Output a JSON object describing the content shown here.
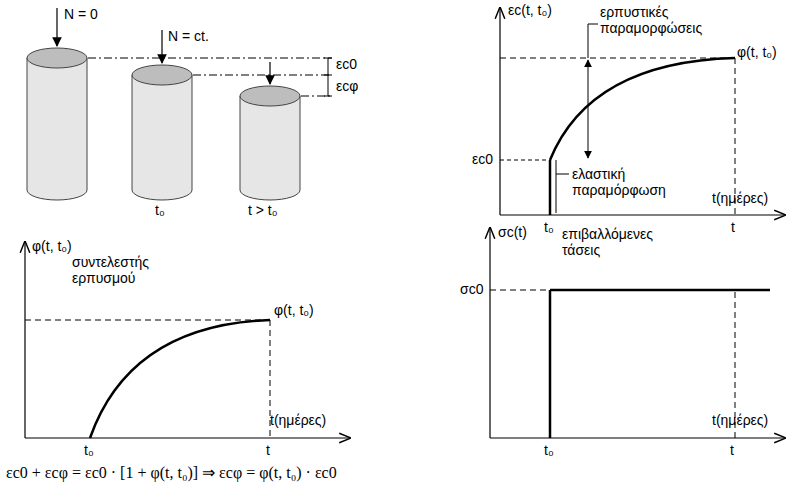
{
  "diagram": {
    "labels": [
      "N = 0",
      "N = ct.",
      "εc0",
      "εcφ",
      "t₀",
      "t > t₀",
      "εc(t, t₀)",
      "ερπυστικές παραμορφώσεις",
      "φ(t, t₀)",
      "εc0",
      "ελαστική παραμόρφωση",
      "t₀",
      "t",
      "t(ημέρες)",
      "φ(t, t₀)",
      "συντελεστής ερπυσμού",
      "φ(t, t₀)",
      "t₀",
      "t",
      "t(ημέρες)",
      "σc(t)",
      "επιβαλλόμενες τάσεις",
      "σc0",
      "t₀",
      "t",
      "t(ημέρες)",
      "εc0 + εcφ = εc0 · [1 + φ(t, t₀)] ⇒ εcφ = φ(t, t₀) · εc0"
    ]
  }
}
